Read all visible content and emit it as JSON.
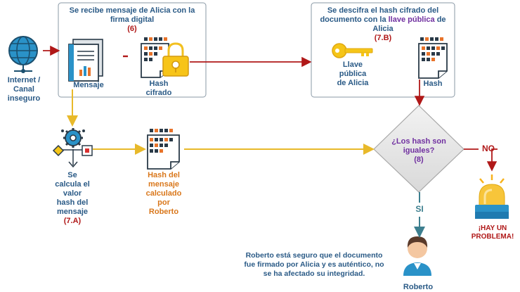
{
  "box_left": {
    "title_line1": "Se recibe mensaje de Alicia con la",
    "title_line2": "firma digital",
    "step": "(6)",
    "message_label": "Mensaje",
    "hash_label_line1": "Hash",
    "hash_label_line2": "cifrado"
  },
  "box_right": {
    "title_line1": "Se descifra el hash cifrado del",
    "title_line2_pre": "documento con la ",
    "title_line2_highlight": "llave pública",
    "title_line2_post": " de Alicia",
    "step": "(7.B)",
    "key_label_line1": "Llave",
    "key_label_line2": "pública",
    "key_label_line3": "de Alicia",
    "hash_label": "Hash"
  },
  "internet": {
    "line1": "Internet /",
    "line2": "Canal",
    "line3": "inseguro"
  },
  "calc": {
    "line1": "Se",
    "line2": "calcula el",
    "line3": "valor",
    "line4": "hash del",
    "line5": "mensaje",
    "step": "(7.A)"
  },
  "computed_hash": {
    "line1": "Hash del",
    "line2": "mensaje",
    "line3": "calculado",
    "line4": "por",
    "line5": "Roberto"
  },
  "decision": {
    "line1": "¿Los hash son",
    "line2": "iguales?",
    "step": "(8)",
    "no_label": "NO",
    "yes_label": "SI"
  },
  "alert": {
    "line1": "¡HAY UN",
    "line2": "PROBLEMA!"
  },
  "conclusion": {
    "line1": "Roberto está seguro que el documento",
    "line2": "fue firmado por Alicia y es auténtico, no",
    "line3": "se ha afectado su integridad."
  },
  "person": {
    "name": "Roberto"
  },
  "colors": {
    "arrow_red": "#b01818",
    "arrow_yellow": "#e8b92a",
    "arrow_teal": "#3d7f8f",
    "box_border": "#8a99a6",
    "text_blue": "#2a5a86",
    "text_orange": "#d9771b",
    "text_purple": "#7030a0",
    "diamond_fill": "#e6e6e6",
    "key_yellow": "#f5c518",
    "siren_yellow": "#f7b21c"
  }
}
